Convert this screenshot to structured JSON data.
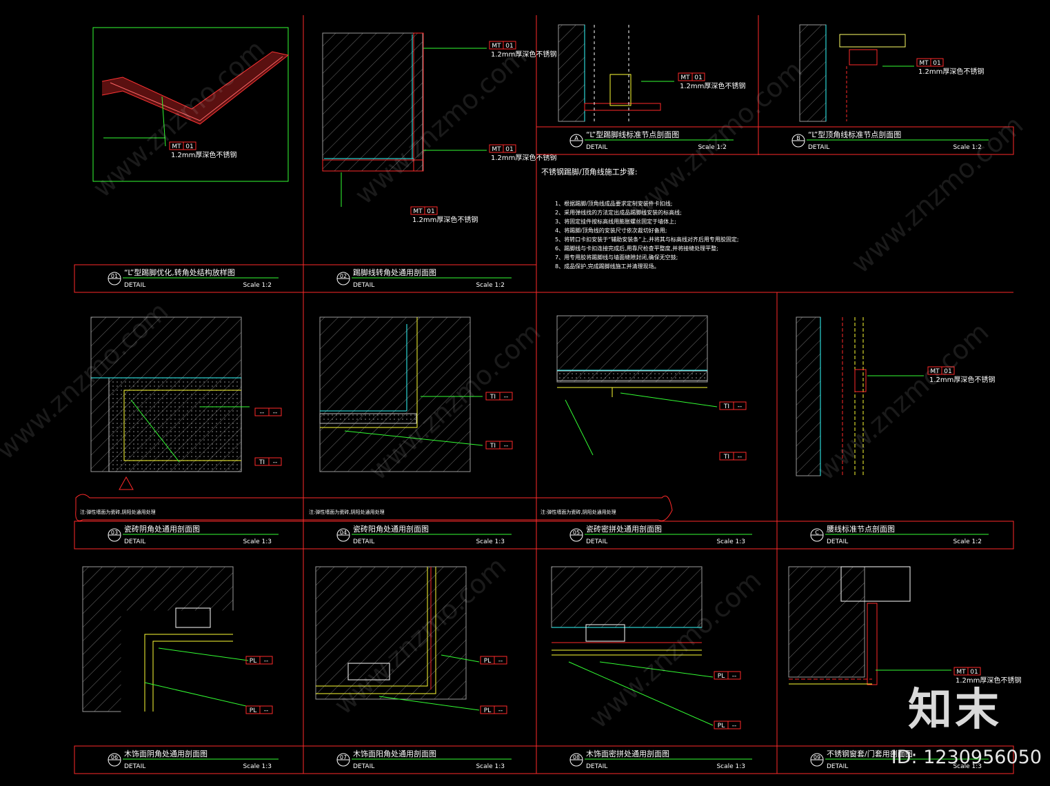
{
  "colors": {
    "frame": "#ff2a2a",
    "green": "#33ff33",
    "yellow": "#ffff33",
    "cyan": "#33ffff",
    "white": "#ffffff",
    "hatch": "#8a8a8a"
  },
  "detail_word": "DETAIL",
  "panels": [
    {
      "num": "01",
      "title": "“L”型踢脚优化,转角处结构放样图",
      "scale": "Scale 1:2"
    },
    {
      "num": "02",
      "title": "踢脚线转角处通用剖面图",
      "scale": "Scale 1:2"
    },
    {
      "num": "A",
      "title": "“L”型踢脚线标准节点剖面图",
      "scale": "Scale 1:2"
    },
    {
      "num": "B",
      "title": "“L”型顶角线标准节点剖面图",
      "scale": "Scale 1:2"
    },
    {
      "num": "03",
      "title": "瓷砖阴角处通用剖面图",
      "scale": "Scale 1:3"
    },
    {
      "num": "04",
      "title": "瓷砖阳角处通用剖面图",
      "scale": "Scale 1:3"
    },
    {
      "num": "05",
      "title": "瓷砖密拼处通用剖面图",
      "scale": "Scale 1:3"
    },
    {
      "num": "C",
      "title": "腰线标准节点剖面图",
      "scale": "Scale 1:2"
    },
    {
      "num": "06",
      "title": "木饰面阴角处通用剖面图",
      "scale": "Scale 1:3"
    },
    {
      "num": "07",
      "title": "木饰面阳角处通用剖面图",
      "scale": "Scale 1:3"
    },
    {
      "num": "08",
      "title": "木饰面密拼处通用剖面图",
      "scale": "Scale 1:3"
    },
    {
      "num": "09",
      "title": "不锈钢窗套/门套用剖面图",
      "scale": "Scale 1:3"
    }
  ],
  "tags": {
    "mt": "MT",
    "mt_no": "01",
    "ti": "TI",
    "pl": "PL",
    "dash": "--",
    "steel": "1.2mm厚深色不锈钢"
  },
  "notes": {
    "steps_title": "不锈钢踢脚/顶角线施工步骤:",
    "steps": [
      "1、根据踢脚/顶角线成品要求定制安装件卡扣线;",
      "2、采用弹线找的方法定出成品踢脚线安装的标高线;",
      "3、将固定挂件按标高线用膨胀螺丝固定于墙体上;",
      "4、将踢脚/顶角线的安装尺寸依次裁切好备用;",
      "5、将转口卡扣安装于“辅助安装条”上,并将其与标高线对齐后用专用胶固定;",
      "6、踢脚线与卡扣连接完成后,用靠尺检查平整度,并将接缝处理平整;",
      "7、用专用胶将踢脚线与墙面缝隙封闭,确保无空鼓;",
      "8、成品保护,完成踢脚线施工并清理现场。"
    ],
    "cloud_note": "注:弹性墙面为瓷砖,阴阳处通用处理"
  },
  "watermark": {
    "site": "www.znzmo.com",
    "brand": "知末",
    "id": "ID: 1230956050"
  }
}
